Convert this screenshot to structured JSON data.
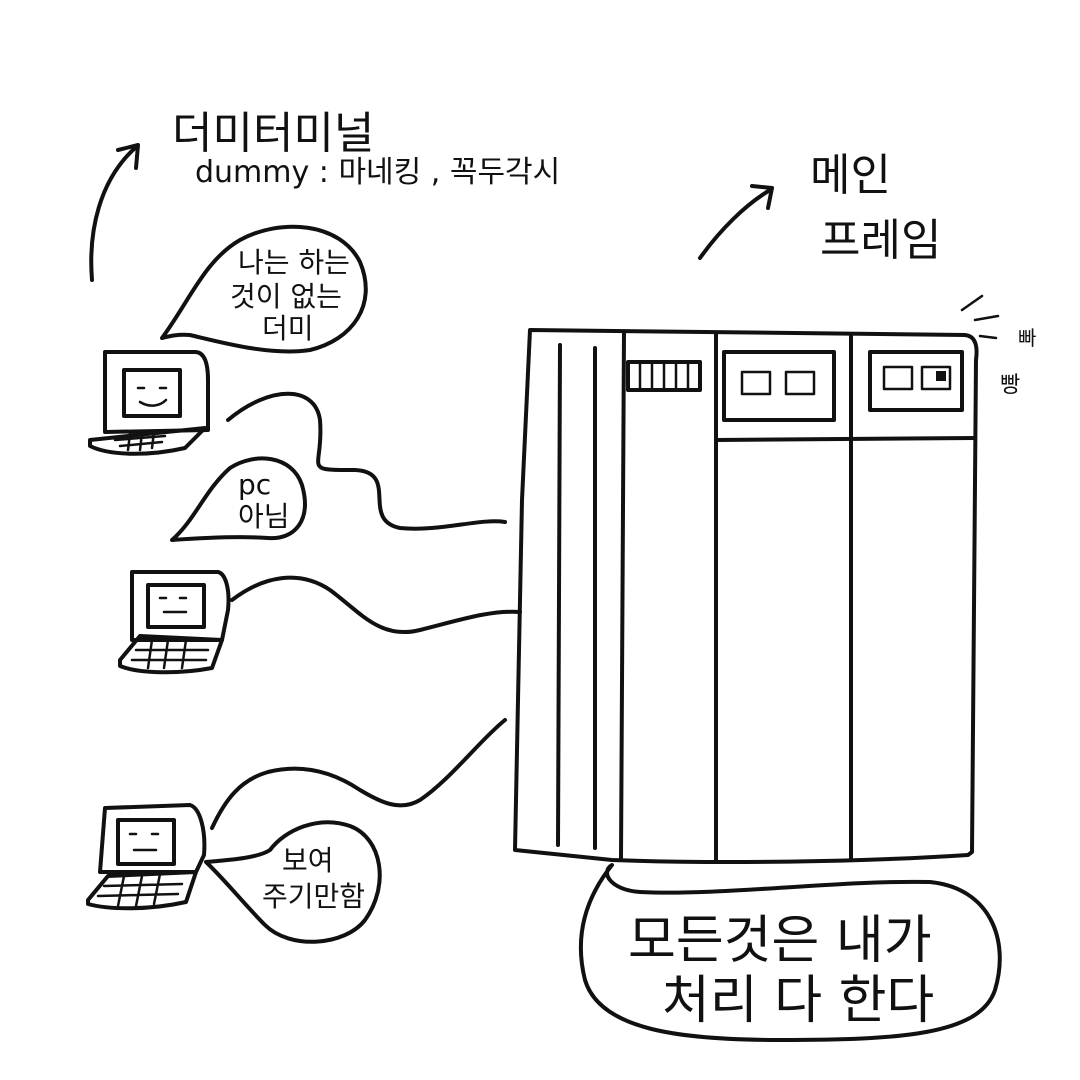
{
  "dummy_terminal": {
    "title": "더미터미널",
    "subtitle": "dummy : 마네킹 , 꼭두각시"
  },
  "mainframe": {
    "title_line1": "메인",
    "title_line2": "프레임",
    "shine_line1": "빠",
    "shine_line2": "빵"
  },
  "bubbles": {
    "top_line1": "나는 하는",
    "top_line2": "것이 없는",
    "top_line3": "더미",
    "middle_line1": "pc",
    "middle_line2": "아님",
    "bottom_line1": "보여",
    "bottom_line2": "주기만함"
  },
  "caption": {
    "line1": "모든것은 내가",
    "line2": "처리 다 한다"
  },
  "colors": {
    "ink": "#111111",
    "paper": "#ffffff"
  }
}
